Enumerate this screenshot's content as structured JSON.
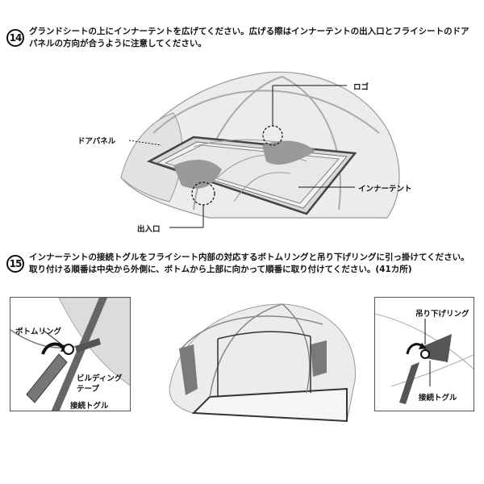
{
  "step14": {
    "number": "14",
    "text_line1": "グランドシートの上にインナーテントを広げてください。広げる際はインナーテントの出入口とフライシートのドア",
    "text_line2": "パネルの方向が合うように注意してください。",
    "labels": {
      "logo": "ロゴ",
      "door_panel": "ドアパネル",
      "inner_tent": "インナーテント",
      "entrance": "出入口"
    }
  },
  "step15": {
    "number": "15",
    "text_line1": "インナーテントの接続トグルをフライシート内部の対応するボトムリングと吊り下げリングに引っ掛けてください。",
    "text_line2": "取り付ける順番は中央から外側に、ボトムから上部に向かって順番に取り付けてください。(41カ所)",
    "left_labels": {
      "bottom_ring": "ボトムリング",
      "building_tape_1": "ビルディング",
      "building_tape_2": "テープ",
      "toggle": "接続トグル"
    },
    "right_labels": {
      "hanging_ring": "吊り下げリング",
      "toggle": "接続トグル"
    }
  },
  "colors": {
    "ink": "#111111",
    "tent_fill": "#e6e6e6",
    "inner_fill": "#9a9a9a",
    "dark": "#555555"
  }
}
